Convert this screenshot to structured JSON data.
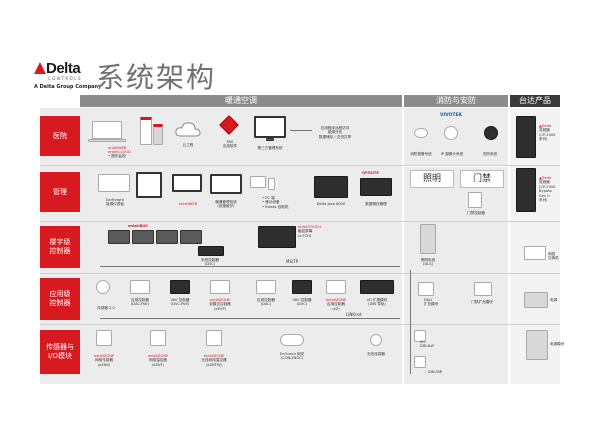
{
  "brand": {
    "logo": "Delta",
    "logo_sub": "CONTROLS",
    "group": "A Delta Group Company",
    "accent": "#d71920"
  },
  "title": "系统架构",
  "headers": {
    "hvac": "暖通空调",
    "security": "消防与安防",
    "delta_products": "台达产品",
    "lighting": "照明",
    "access": "门禁"
  },
  "rows": [
    "医院",
    "管理",
    "楼宇级\n控制器",
    "应用级\n控制器",
    "传感器与\nI/O模块"
  ],
  "row1": {
    "web_lines": [
      "enteliWEB",
      "enteliCLOUD",
      "• 图形监视"
    ],
    "cloud": "云工程",
    "pas": [
      "PAS",
      "应用软件"
    ],
    "third_party": "第三方管理系统",
    "mobile": [
      "应用程序远程访问",
      "能源分析",
      "数据储存 / 交流共享"
    ],
    "vivotek": "VIVOTEK",
    "fire_alarm": "消防报警系统",
    "ip_camera": "IP 摄像头系统",
    "security_sys": "安防系统",
    "drive": [
      "变频器",
      "(CP-2000",
      "系列)"
    ]
  },
  "row2": {
    "earthright": [
      "Earthright",
      "能源仪表板"
    ],
    "enteliweb": "enteliWEB",
    "optimizer": [
      "暖通管理系统",
      "(设施维护)"
    ],
    "pc_list": [
      "• PC 端",
      "• 移动设备",
      "• Kiosks 自助机"
    ],
    "jace": "Delta Jace 8000",
    "offsite": "OFFSITE",
    "data_storage": "数据储存管理",
    "door_control": "门禁控制器",
    "bypass": [
      "变频器",
      "(CP-2000",
      "Bypass",
      "Gen II",
      "系列)"
    ]
  },
  "row3": {
    "entelibus": "enteliBUS",
    "dsc": [
      "系统控制器",
      "(DSC)"
    ],
    "entelitouch": "enteliTOUCH",
    "etch": [
      "触控屏幕",
      "(e-TCH)"
    ],
    "ms_tp": "MS/TP",
    "dls": [
      "照明系统",
      "(DLS)"
    ],
    "switch": [
      "网络",
      "交换机"
    ]
  },
  "row4": {
    "sensor": "传感器 2.0",
    "dac_poe": [
      "应用控制器",
      "(DAC-PoE)"
    ],
    "vav_poe": [
      "VAV 控制器",
      "(DVC-PoE)"
    ],
    "ezvp": [
      "enteliZONE",
      "双模式控制器",
      "(eZVP)"
    ],
    "dac": [
      "应用控制器",
      "(DAC)"
    ],
    "dvc": [
      "VAV 控制器",
      "(DVC)"
    ],
    "ez": [
      "enteliZONE",
      "应用控制器",
      "(eZ)"
    ],
    "din_mod": [
      "I/O 扩展模块",
      "(DIN 导轨)"
    ],
    "linknet": "LINKnet",
    "dali": [
      "DALI",
      "扩充模块"
    ],
    "access_exp": "门禁扩充模块",
    "ups": "电源"
  },
  "row5": {
    "ezns": [
      "enteliZONE",
      "网络传感器",
      "(eZNS)"
    ],
    "eznt": [
      "enteliZONE",
      "网络温控器",
      "(eZNT)"
    ],
    "ezntw": [
      "enteliZONE",
      "无线网络温控器",
      "(eZNTW)"
    ],
    "enocean": [
      "EnOcean 网关",
      "(CON-ENOC)"
    ],
    "knx": "无线传感器",
    "din_io": [
      "I/O",
      "DIN-8xP"
    ],
    "din_sm": "DIN-SMI",
    "psu": "电源模块"
  }
}
